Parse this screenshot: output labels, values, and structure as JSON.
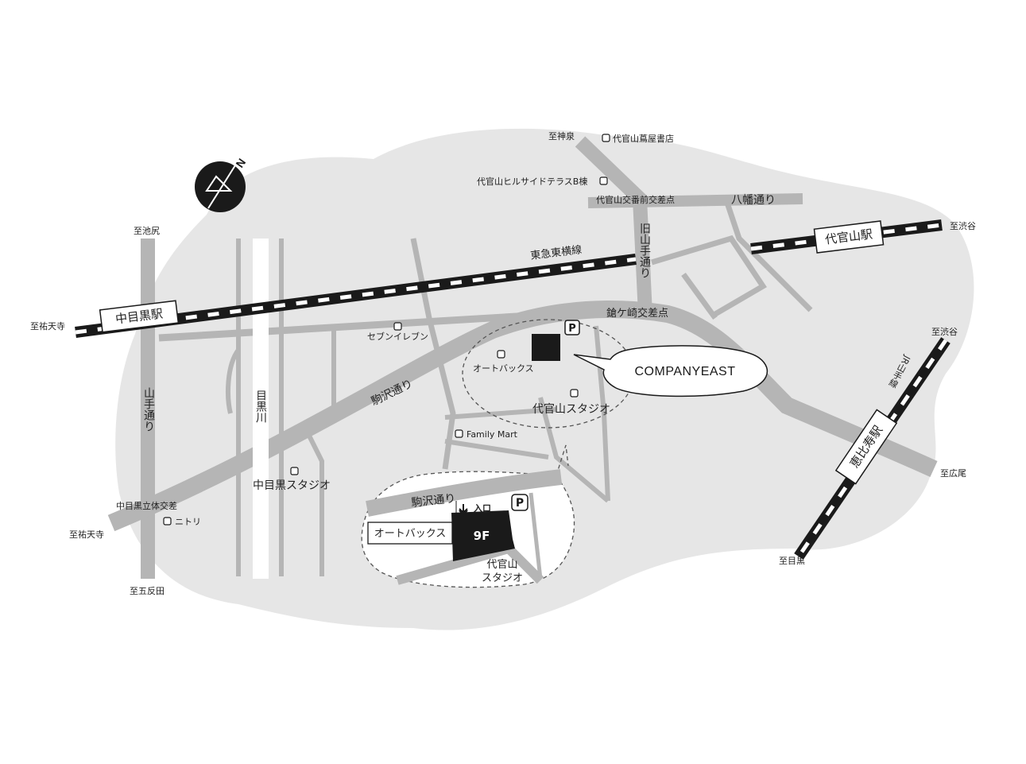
{
  "colors": {
    "land": "#e6e6e6",
    "road": "#b5b5b5",
    "rail": "#1a1a1a",
    "river": "#ffffff",
    "building": "#1a1a1a",
    "text": "#222222"
  },
  "compass": {
    "north_label": "N"
  },
  "rail": {
    "tokyu": "東急東横線",
    "jr_yamanote": "JR山手線"
  },
  "stations": {
    "naka_meguro": "中目黒駅",
    "daikanyama": "代官山駅",
    "ebisu": "恵比寿駅"
  },
  "roads": {
    "hachiman": "八幡通り",
    "kyu_yamate": "旧山手通り",
    "yamate": "山手通り",
    "komazawa": "駒沢通り"
  },
  "river": "目黒川",
  "intersections": {
    "daikanyama_koban": "代官山交番前交差点",
    "yarigasaki": "鎗ケ崎交差点",
    "nakameguro_rittai": "中目黒立体交差"
  },
  "directions": {
    "jinsen": "至神泉",
    "ikejiri": "至池尻",
    "yutenji_north": "至祐天寺",
    "shibuya_east": "至渋谷",
    "shibuya_jr": "至渋谷",
    "hiroo": "至広尾",
    "yutenji_south": "至祐天寺",
    "gotanda": "至五反田",
    "meguro": "至目黒"
  },
  "landmarks": {
    "tsutaya": "代官山蔦屋書店",
    "hillside": "代官山ヒルサイドテラスB棟",
    "seven_eleven": "セブンイレブン",
    "autobacs": "オートバックス",
    "daikanyama_studio": "代官山スタジオ",
    "family_mart": "Family Mart",
    "nakameguro_studio": "中目黒スタジオ",
    "nitori": "ニトリ"
  },
  "parking_symbol": "P",
  "destination": "COMPANYEAST",
  "inset": {
    "road": "駒沢通り",
    "entrance": "入口",
    "autobacs": "オートバックス",
    "floor": "9F",
    "studio_line1": "代官山",
    "studio_line2": "スタジオ"
  }
}
